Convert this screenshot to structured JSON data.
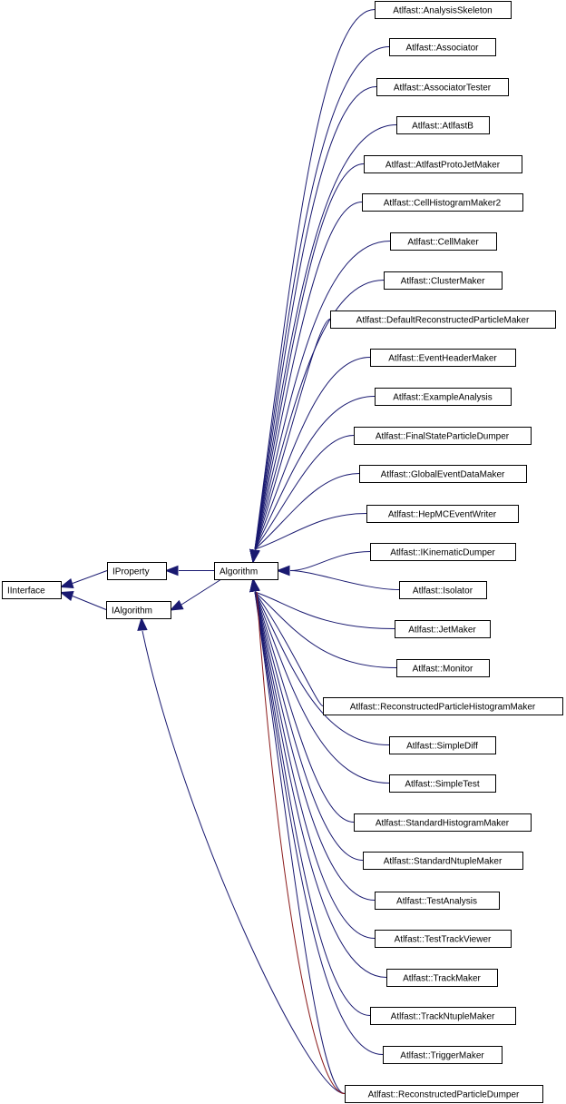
{
  "diagram": {
    "nodes": [
      {
        "id": "iinterface",
        "label": "IInterface"
      },
      {
        "id": "iproperty",
        "label": "IProperty"
      },
      {
        "id": "ialgorithm",
        "label": "IAlgorithm"
      },
      {
        "id": "algorithm",
        "label": "Algorithm"
      },
      {
        "id": "analysisskeleton",
        "label": "Atlfast::AnalysisSkeleton"
      },
      {
        "id": "associator",
        "label": "Atlfast::Associator"
      },
      {
        "id": "associatortester",
        "label": "Atlfast::AssociatorTester"
      },
      {
        "id": "atlfastb",
        "label": "Atlfast::AtlfastB"
      },
      {
        "id": "atlfastprotojetmaker",
        "label": "Atlfast::AtlfastProtoJetMaker"
      },
      {
        "id": "cellhistogrammaker2",
        "label": "Atlfast::CellHistogramMaker2"
      },
      {
        "id": "cellmaker",
        "label": "Atlfast::CellMaker"
      },
      {
        "id": "clustermaker",
        "label": "Atlfast::ClusterMaker"
      },
      {
        "id": "defaultreconstructedparticlemaker",
        "label": "Atlfast::DefaultReconstructedParticleMaker"
      },
      {
        "id": "eventheadermaker",
        "label": "Atlfast::EventHeaderMaker"
      },
      {
        "id": "exampleanalysis",
        "label": "Atlfast::ExampleAnalysis"
      },
      {
        "id": "finalstateparticledumper",
        "label": "Atlfast::FinalStateParticleDumper"
      },
      {
        "id": "globaleventdatamaker",
        "label": "Atlfast::GlobalEventDataMaker"
      },
      {
        "id": "hepmceventwriter",
        "label": "Atlfast::HepMCEventWriter"
      },
      {
        "id": "ikinematicdumper",
        "label": "Atlfast::IKinematicDumper"
      },
      {
        "id": "isolator",
        "label": "Atlfast::Isolator"
      },
      {
        "id": "jetmaker",
        "label": "Atlfast::JetMaker"
      },
      {
        "id": "monitor",
        "label": "Atlfast::Monitor"
      },
      {
        "id": "reconstructedparticlehistogrammaker",
        "label": "Atlfast::ReconstructedParticleHistogramMaker"
      },
      {
        "id": "simplediff",
        "label": "Atlfast::SimpleDiff"
      },
      {
        "id": "simpletest",
        "label": "Atlfast::SimpleTest"
      },
      {
        "id": "standardhistogrammaker",
        "label": "Atlfast::StandardHistogramMaker"
      },
      {
        "id": "standardntuplemaker",
        "label": "Atlfast::StandardNtupleMaker"
      },
      {
        "id": "testanalysis",
        "label": "Atlfast::TestAnalysis"
      },
      {
        "id": "testtrackviewer",
        "label": "Atlfast::TestTrackViewer"
      },
      {
        "id": "trackmaker",
        "label": "Atlfast::TrackMaker"
      },
      {
        "id": "trackntuplemaker",
        "label": "Atlfast::TrackNtupleMaker"
      },
      {
        "id": "triggermaker",
        "label": "Atlfast::TriggerMaker"
      },
      {
        "id": "reconstructedparticledumper",
        "label": "Atlfast::ReconstructedParticleDumper"
      }
    ],
    "edges": [
      {
        "from": "iproperty",
        "to": "iinterface"
      },
      {
        "from": "ialgorithm",
        "to": "iinterface"
      },
      {
        "from": "algorithm",
        "to": "iproperty"
      },
      {
        "from": "algorithm",
        "to": "ialgorithm"
      },
      {
        "from": "analysisskeleton",
        "to": "algorithm"
      },
      {
        "from": "associator",
        "to": "algorithm"
      },
      {
        "from": "associatortester",
        "to": "algorithm"
      },
      {
        "from": "atlfastb",
        "to": "algorithm"
      },
      {
        "from": "atlfastprotojetmaker",
        "to": "algorithm"
      },
      {
        "from": "cellhistogrammaker2",
        "to": "algorithm"
      },
      {
        "from": "cellmaker",
        "to": "algorithm"
      },
      {
        "from": "clustermaker",
        "to": "algorithm"
      },
      {
        "from": "defaultreconstructedparticlemaker",
        "to": "algorithm"
      },
      {
        "from": "eventheadermaker",
        "to": "algorithm"
      },
      {
        "from": "exampleanalysis",
        "to": "algorithm"
      },
      {
        "from": "finalstateparticledumper",
        "to": "algorithm"
      },
      {
        "from": "globaleventdatamaker",
        "to": "algorithm"
      },
      {
        "from": "hepmceventwriter",
        "to": "algorithm"
      },
      {
        "from": "ikinematicdumper",
        "to": "algorithm"
      },
      {
        "from": "isolator",
        "to": "algorithm"
      },
      {
        "from": "jetmaker",
        "to": "algorithm"
      },
      {
        "from": "monitor",
        "to": "algorithm"
      },
      {
        "from": "reconstructedparticlehistogrammaker",
        "to": "algorithm"
      },
      {
        "from": "simplediff",
        "to": "algorithm"
      },
      {
        "from": "simpletest",
        "to": "algorithm"
      },
      {
        "from": "standardhistogrammaker",
        "to": "algorithm"
      },
      {
        "from": "standardntuplemaker",
        "to": "algorithm"
      },
      {
        "from": "testanalysis",
        "to": "algorithm"
      },
      {
        "from": "testtrackviewer",
        "to": "algorithm"
      },
      {
        "from": "trackmaker",
        "to": "algorithm"
      },
      {
        "from": "trackntuplemaker",
        "to": "algorithm"
      },
      {
        "from": "triggermaker",
        "to": "algorithm"
      },
      {
        "from": "reconstructedparticledumper",
        "to": "algorithm"
      },
      {
        "from": "reconstructedparticledumper",
        "to": "ialgorithm"
      }
    ],
    "colors": {
      "edge": "#191970",
      "special_edge": "#8b1a1a",
      "node_border": "#000000",
      "node_fill": "#ffffff"
    }
  }
}
